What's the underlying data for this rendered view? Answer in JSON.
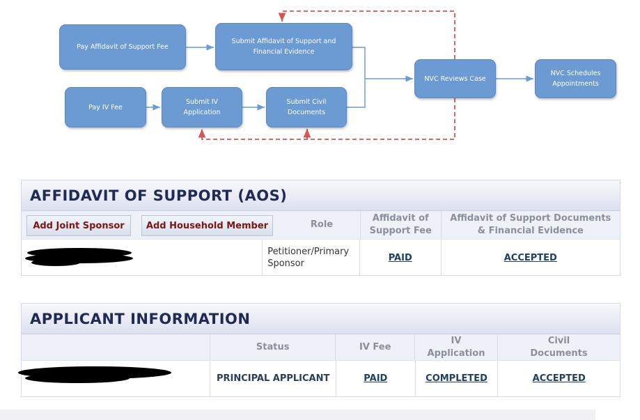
{
  "flowchart": {
    "steps": [
      "Pay Affidavit of Support Fee",
      "Submit Affidavit of Support and Financial Evidence",
      "Pay IV Fee",
      "Submit IV Application",
      "Submit Civil Documents",
      "NVC Reviews Case",
      "NVC Schedules Appointments"
    ],
    "colors": {
      "box": "#6b9bd2",
      "arrow": "#6b9bd2",
      "return_arrow": "#d9534f"
    }
  },
  "aos": {
    "title": "AFFIDAVIT OF SUPPORT (AOS)",
    "buttons": {
      "add_joint_sponsor": "Add Joint Sponsor",
      "add_household_member": "Add Household Member"
    },
    "headers": {
      "role": "Role",
      "fee": "Affidavit of Support Fee",
      "docs": "Affidavit of Support Documents & Financial Evidence"
    },
    "rows": [
      {
        "role": "Petitioner/Primary Sponsor",
        "fee": "PAID",
        "docs": "ACCEPTED"
      }
    ]
  },
  "applicant": {
    "title": "APPLICANT INFORMATION",
    "headers": {
      "status": "Status",
      "iv_fee": "IV Fee",
      "iv_application": "IV Application",
      "civil_documents": "Civil Documents"
    },
    "rows": [
      {
        "status": "PRINCIPAL APPLICANT",
        "iv_fee": "PAID",
        "iv_application": "COMPLETED",
        "civil_documents": "ACCEPTED"
      }
    ]
  }
}
